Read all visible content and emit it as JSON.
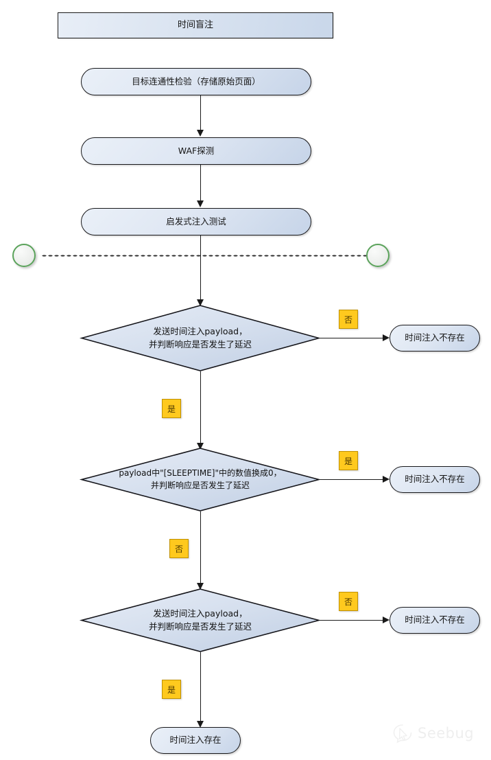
{
  "diagram": {
    "title": "时间盲注",
    "watermark": {
      "text": "Seebug",
      "logo_icon": "seebug-cursor-bubble-icon"
    },
    "colors": {
      "node_fill_light": "#eaf0f8",
      "node_fill_dark": "#c6d4e8",
      "node_stroke": "#17171a",
      "diamond_fill_light": "#e2e9f4",
      "diamond_fill_dark": "#c3d1e4",
      "badge_fill": "#ffc91e",
      "badge_stroke": "#c09000",
      "circle_stroke": "#5ba35b",
      "connector": "#1a1a1a"
    },
    "nodes": {
      "title": "时间盲注",
      "step_connectivity": "目标连通性检验（存储原始页面）",
      "step_waf": "WAF探测",
      "step_heuristic": "启发式注入测试",
      "decision_1": "发送时间注入payload，\n并判断响应是否发生了延迟",
      "decision_2": "payload中\"[SLEEPTIME]\"中的数值换成0，\n并判断响应是否发生了延迟",
      "decision_3": "发送时间注入payload，\n并判断响应是否发生了延迟",
      "result_not_exist_1": "时间注入不存在",
      "result_not_exist_2": "时间注入不存在",
      "result_not_exist_3": "时间注入不存在",
      "result_exist": "时间注入存在"
    },
    "edge_labels": {
      "d1_right": "否",
      "d1_down": "是",
      "d2_right": "是",
      "d2_down": "否",
      "d3_right": "否",
      "d3_down": "是"
    }
  }
}
